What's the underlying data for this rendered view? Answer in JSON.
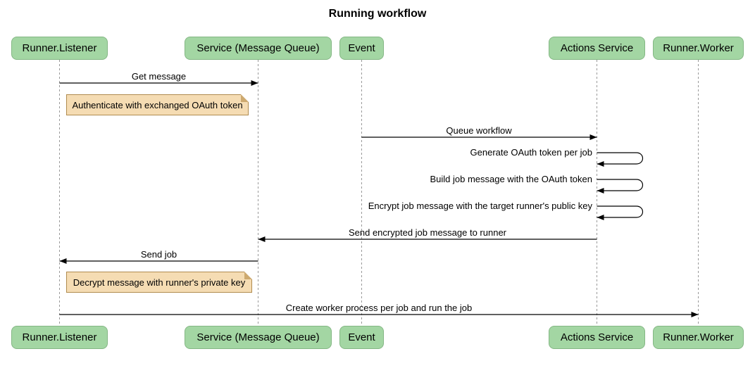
{
  "title": "Running workflow",
  "participants": [
    {
      "label": "Runner.Listener"
    },
    {
      "label": "Service (Message Queue)"
    },
    {
      "label": "Event"
    },
    {
      "label": "Actions Service"
    },
    {
      "label": "Runner.Worker"
    }
  ],
  "messages": [
    {
      "label": "Get message",
      "from": "Runner.Listener",
      "to": "Service (Message Queue)",
      "type": "solid-arrow"
    },
    {
      "label": "Queue workflow",
      "from": "Event",
      "to": "Actions Service",
      "type": "solid-arrow"
    },
    {
      "label": "Generate OAuth token per job",
      "from": "Actions Service",
      "to": "Actions Service",
      "type": "self"
    },
    {
      "label": "Build job message with the OAuth token",
      "from": "Actions Service",
      "to": "Actions Service",
      "type": "self"
    },
    {
      "label": "Encrypt job message with the target runner's public key",
      "from": "Actions Service",
      "to": "Actions Service",
      "type": "self"
    },
    {
      "label": "Send encrypted job message to runner",
      "from": "Actions Service",
      "to": "Service (Message Queue)",
      "type": "solid-arrow"
    },
    {
      "label": "Send job",
      "from": "Service (Message Queue)",
      "to": "Runner.Listener",
      "type": "solid-arrow"
    },
    {
      "label": "Create worker process per job and run the job",
      "from": "Runner.Listener",
      "to": "Runner.Worker",
      "type": "solid-arrow"
    }
  ],
  "notes": [
    {
      "label": "Authenticate with exchanged OAuth token",
      "anchor": "Runner.Listener"
    },
    {
      "label": "Decrypt message with runner's private key",
      "anchor": "Runner.Listener"
    }
  ],
  "colors": {
    "participant_fill": "#a3d6a3",
    "participant_border": "#84b784",
    "note_fill": "#f5dcb3",
    "note_border": "#b08b4f",
    "lifeline": "#999999",
    "arrow": "#000000",
    "background": "#ffffff",
    "text": "#000000"
  }
}
